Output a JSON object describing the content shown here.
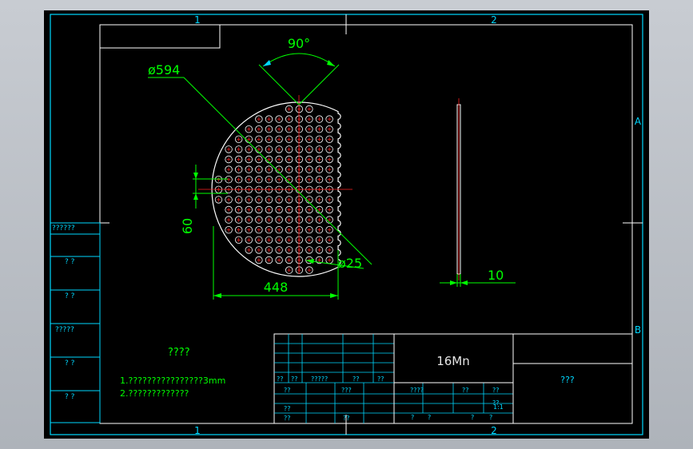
{
  "drawing": {
    "zone_labels": {
      "top": [
        "1",
        "2"
      ],
      "bottom": [
        "1",
        "2"
      ],
      "right": [
        "A",
        "B"
      ]
    },
    "dimensions": {
      "angle": "90°",
      "diameter": "ø594",
      "height": "60",
      "width": "448",
      "hole": "ø25",
      "thickness": "10"
    },
    "left_strip": [
      "??????",
      "? ?",
      "? ?",
      "?????",
      "? ?",
      "? ?"
    ],
    "notes": {
      "heading": "????",
      "line1": "1.????????????????3mm",
      "line2": "2.?????????????"
    },
    "title_block": {
      "material": "16Mn",
      "name": "???",
      "row_a": [
        "??",
        "??",
        "?????",
        "??",
        "??"
      ],
      "row_b": [
        "??",
        "???",
        "????",
        "??",
        "??"
      ],
      "row_c": [
        "??",
        "??",
        "1:1"
      ],
      "row_d": [
        "??",
        "??",
        "?",
        "?",
        "?",
        "?"
      ]
    }
  },
  "colors": {
    "background": "#000000",
    "border": "#00d8ff",
    "frame": "#ffffff",
    "dimension": "#00ff00",
    "centerline": "#ff2020",
    "holes": "#ffffff"
  }
}
